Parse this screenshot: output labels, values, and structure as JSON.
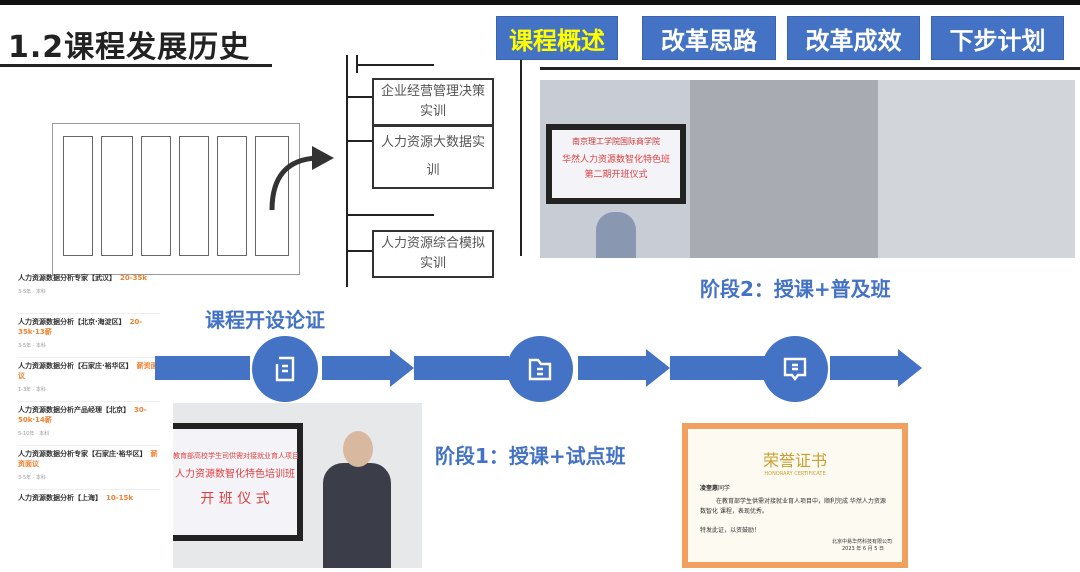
{
  "header": {
    "title": "1.2课程发展历史"
  },
  "tabs": [
    {
      "label": "课程概述",
      "active": true
    },
    {
      "label": "改革思路"
    },
    {
      "label": "改革成效"
    },
    {
      "label": "下步计划"
    }
  ],
  "diagram": {
    "boxes": [
      "企业经营管理决策实训",
      "人力资源大数据实训",
      "人力资源综合模拟实训"
    ]
  },
  "jobs": [
    {
      "title": "人力资源数据分析专家【武汉】",
      "salary": "20-35k"
    },
    {
      "title": "人力资源数据分析【北京·海淀区】",
      "salary": "20-35k·13薪"
    },
    {
      "title": "人力资源数据分析【石家庄·裕华区】",
      "salary": "薪资面议"
    },
    {
      "title": "人力资源数据分析产品经理【北京】",
      "salary": "30-50k·14薪"
    },
    {
      "title": "人力资源数据分析专家【石家庄·裕华区】",
      "salary": "薪资面议"
    },
    {
      "title": "人力资源数据分析【上海】",
      "salary": "10-15k"
    }
  ],
  "timeline": {
    "step0": "课程开设论证",
    "step1": "阶段1：授课+试点班",
    "step2": "阶段2：授课+普及班",
    "icons": [
      "document-icon",
      "folder-icon",
      "message-icon"
    ]
  },
  "photo1": {
    "line1": "教育部高校学生司供需对接就业育人项目",
    "line2": "人力资源数智化特色培训班",
    "line3": "开 班 仪 式"
  },
  "photo2": {
    "line1": "南京理工学院国际商学院",
    "line2": "华然人力资源数智化特色班",
    "line3": "第二期开班仪式"
  },
  "certificate": {
    "title": "荣誉证书",
    "subtitle": "HONORARY CERTIFICATE",
    "name": "凌奎惠",
    "name_suffix": "同学",
    "body": "在教育部学生供需对接就业育人项目中，顺利完成 华然人力资源数智化 课程，表现优秀。",
    "closing": "特发此证，以资鼓励！",
    "issuer": "北京中易华然科技有限公司",
    "date": "2023 年 6 月 5 日"
  },
  "colors": {
    "accent": "#4472c4",
    "active_tab_text": "#ffff00",
    "salary": "#f08030"
  }
}
